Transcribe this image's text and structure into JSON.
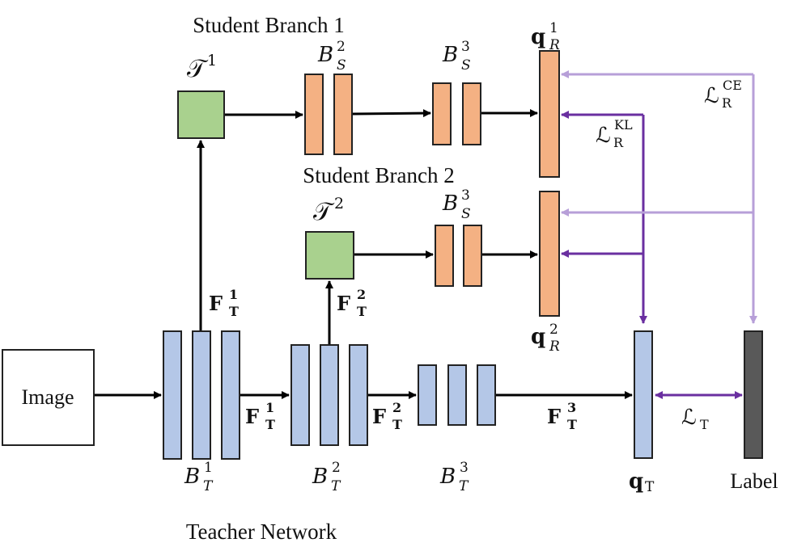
{
  "labels": {
    "student_branch_1": "Student Branch 1",
    "student_branch_2": "Student Branch 2",
    "teacher_network": "Teacher Network",
    "image": "Image",
    "label": "Label"
  },
  "math": {
    "t1": {
      "base": "𝒯",
      "sup": "1"
    },
    "t2": {
      "base": "𝒯",
      "sup": "2"
    },
    "bs2_top": {
      "base": "B",
      "sup": "2",
      "sub": "S"
    },
    "bs3_top": {
      "base": "B",
      "sup": "3",
      "sub": "S"
    },
    "bs3_mid": {
      "base": "B",
      "sup": "3",
      "sub": "S"
    },
    "qr1": {
      "base": "q",
      "sup": "1",
      "sub": "R"
    },
    "qr2": {
      "base": "q",
      "sup": "2",
      "sub": "R"
    },
    "bt1": {
      "base": "B",
      "sup": "1",
      "sub": "T"
    },
    "bt2": {
      "base": "B",
      "sup": "2",
      "sub": "T"
    },
    "bt3": {
      "base": "B",
      "sup": "3",
      "sub": "T"
    },
    "f1_up": {
      "base": "F",
      "sup": "1",
      "sub": "T"
    },
    "f2_up": {
      "base": "F",
      "sup": "2",
      "sub": "T"
    },
    "f1_h": {
      "base": "F",
      "sup": "1",
      "sub": "T"
    },
    "f2_h": {
      "base": "F",
      "sup": "2",
      "sub": "T"
    },
    "f3_h": {
      "base": "F",
      "sup": "3",
      "sub": "T"
    },
    "qt": {
      "base": "q",
      "sub": "T"
    },
    "l_ce": {
      "base": "ℒ",
      "sup": "CE",
      "sub": "R"
    },
    "l_kl": {
      "base": "ℒ",
      "sup": "KL",
      "sub": "R"
    },
    "l_t": {
      "base": "ℒ",
      "sub": "T"
    }
  },
  "colors": {
    "student_block": "#f4b183",
    "transform_block": "#a9d18e",
    "teacher_block": "#b4c7e7",
    "label_block": "#595959",
    "kl_arrow": "#6a2fa0",
    "ce_arrow": "#b79fd8"
  }
}
